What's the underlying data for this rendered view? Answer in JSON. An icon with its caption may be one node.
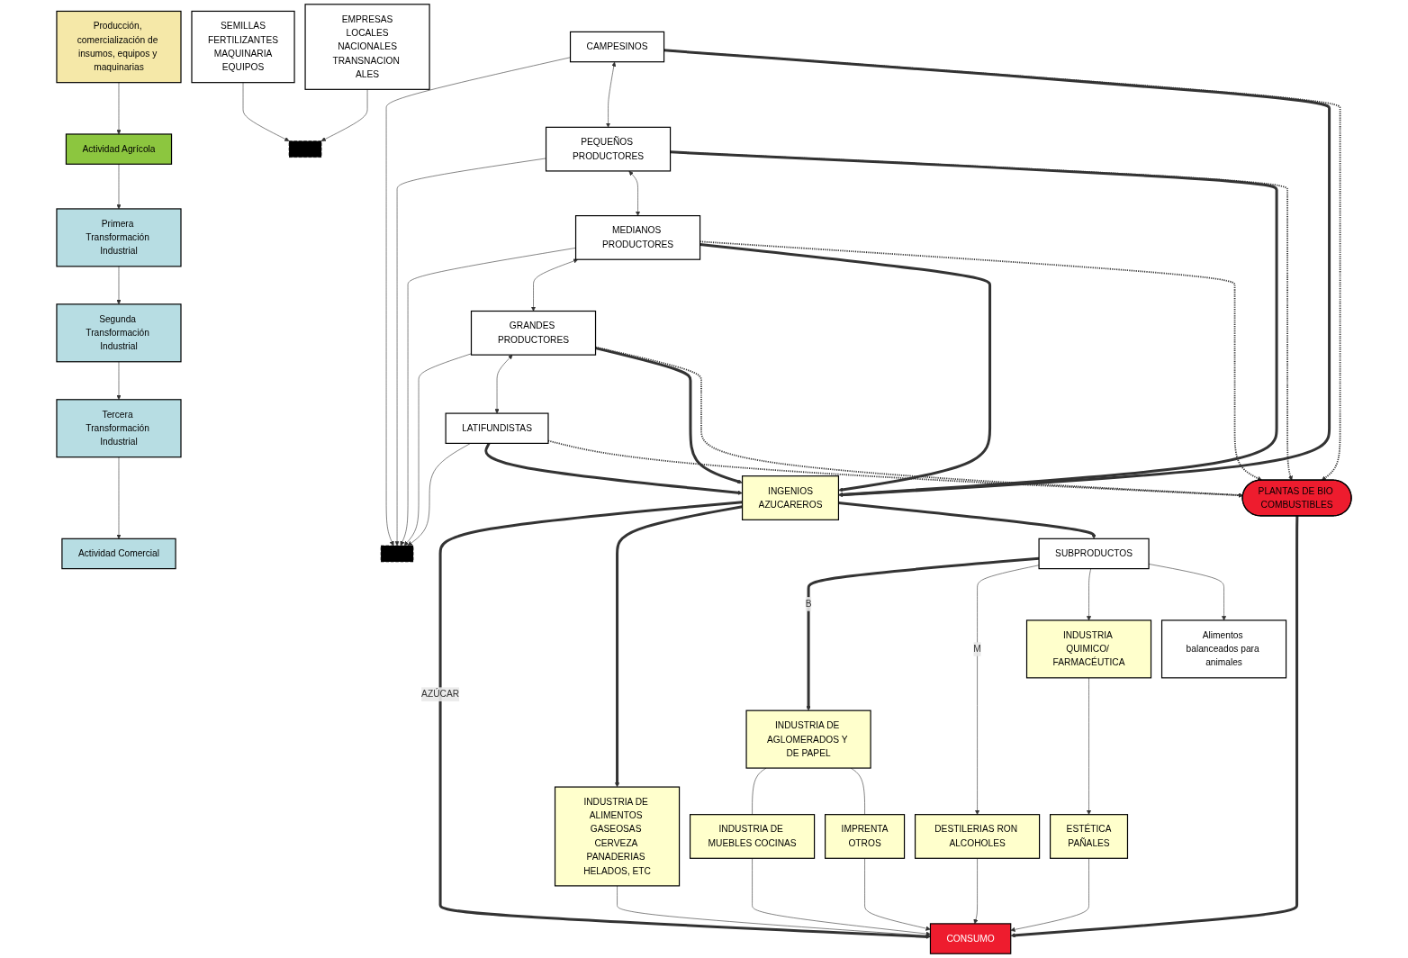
{
  "diagram": {
    "nodes": [
      {
        "text": [
          "Producción, comercialización de insumos, equipos y maquinarias"
        ]
      },
      {
        "text": [
          "Actividad Agrícola"
        ]
      },
      {
        "text": [
          "Primera Transformación Industrial"
        ]
      },
      {
        "text": [
          "Segunda Transformación Industrial"
        ]
      },
      {
        "text": [
          "Tercera Transformación Industrial"
        ]
      },
      {
        "text": [
          "Actividad Comercial"
        ]
      },
      {
        "text": [
          "PLANTAS DE BIO COMBUSTIBLES"
        ]
      },
      {
        "text": [
          "SEMILLAS",
          "FERTILIZANTES",
          "MAQUINARIA",
          "EQUIPOS"
        ]
      },
      {
        "text": [
          "CAMPESINOS"
        ]
      },
      {
        "text": [
          "INGENIOS",
          "AZUCAREROS"
        ]
      },
      {
        "text": [
          "INDUSTRIA DE ALIMENTOS GASEOSAS CERVEZA PANADERIAS HELADOS, ETC"
        ]
      },
      {
        "text": [
          "PEQUEÑOS PRODUCTORES"
        ]
      },
      {
        "text": [
          "CONSUMO"
        ]
      },
      {
        "text": [
          "MEDIANOS PRODUCTORES"
        ]
      },
      {
        "text": [
          "INDUSTRIA DE AGLOMERADOS Y DE PAPEL"
        ]
      },
      {
        "text": [
          "INDUSTRIA DE MUEBLES COCINAS"
        ]
      },
      {
        "text": [
          "SUBPRODUCTOS"
        ]
      },
      {
        "text": [
          "GRANDES PRODUCTORES"
        ]
      },
      {
        "text": [
          "IMPRENTA",
          "OTROS"
        ]
      },
      {
        "text": [
          "EMPRESAS",
          "LOCALES",
          "NACIONALES",
          "TRANSNACION ALES"
        ]
      },
      {
        "text": [
          "LATIFUNDISTAS"
        ]
      },
      {
        "text": [
          "DESTILERIAS RON ALCOHOLES"
        ]
      },
      {
        "text": [
          "Alimentos balanceados para animales"
        ]
      },
      {
        "text": [
          "INDUSTRIA QUIMICO/ FARMACÉUTICA"
        ]
      },
      {
        "text": [
          "ESTÉTICA",
          "PAÑALES"
        ]
      },
      {
        "text": [],
        "shape": "bar"
      },
      {
        "text": [],
        "shape": "bar"
      }
    ],
    "edges": [
      {
        "from": 0,
        "to": 1,
        "arrow": "to"
      },
      {
        "from": 1,
        "to": 2,
        "arrow": "to"
      },
      {
        "from": 2,
        "to": 3,
        "arrow": "to"
      },
      {
        "from": 3,
        "to": 4,
        "arrow": "to"
      },
      {
        "from": 4,
        "to": 5,
        "arrow": "to"
      },
      {
        "from": 7,
        "to": 25,
        "arrow": "to"
      },
      {
        "from": 19,
        "to": 25,
        "arrow": "to"
      },
      {
        "from": 8,
        "to": 26,
        "arrow": "to"
      },
      {
        "from": 11,
        "to": 26,
        "arrow": "to"
      },
      {
        "from": 13,
        "to": 26,
        "arrow": "to"
      },
      {
        "from": 17,
        "to": 26,
        "arrow": "to"
      },
      {
        "from": 20,
        "to": 26,
        "arrow": "to"
      },
      {
        "from": 8,
        "to": 11,
        "arrow": "both"
      },
      {
        "from": 11,
        "to": 13,
        "arrow": "both"
      },
      {
        "from": 13,
        "to": 17,
        "arrow": "both"
      },
      {
        "from": 17,
        "to": 20,
        "arrow": "both"
      },
      {
        "from": 8,
        "to": 9,
        "arrow": "to",
        "style": "thick"
      },
      {
        "from": 11,
        "to": 9,
        "arrow": "to",
        "style": "thick"
      },
      {
        "from": 13,
        "to": 9,
        "arrow": "to",
        "style": "thick"
      },
      {
        "from": 17,
        "to": 9,
        "arrow": "to",
        "style": "thick"
      },
      {
        "from": 20,
        "to": 9,
        "arrow": "to",
        "style": "thick"
      },
      {
        "from": 8,
        "to": 6,
        "arrow": "to",
        "style": "dashed"
      },
      {
        "from": 11,
        "to": 6,
        "arrow": "to",
        "style": "dashed"
      },
      {
        "from": 13,
        "to": 6,
        "arrow": "to",
        "style": "dashed"
      },
      {
        "from": 17,
        "to": 6,
        "arrow": "to",
        "style": "dashed"
      },
      {
        "from": 20,
        "to": 6,
        "arrow": "to",
        "style": "dashed"
      },
      {
        "from": 6,
        "to": 12,
        "arrow": "to",
        "style": "thick"
      },
      {
        "from": 10,
        "to": 12,
        "arrow": "to"
      },
      {
        "from": 9,
        "to": 12,
        "arrow": "to",
        "label": "AZÚCAR",
        "style": "thick"
      },
      {
        "from": 9,
        "to": 10,
        "arrow": "to",
        "style": "thick"
      },
      {
        "from": 9,
        "to": 16,
        "arrow": "to",
        "style": "thick"
      },
      {
        "from": 16,
        "to": 14,
        "arrow": "to",
        "label": "B",
        "style": "thick"
      },
      {
        "from": 14,
        "to": 15,
        "arrow": "none"
      },
      {
        "from": 14,
        "to": 18,
        "arrow": "none"
      },
      {
        "from": 15,
        "to": 12,
        "arrow": "to"
      },
      {
        "from": 18,
        "to": 12,
        "arrow": "to"
      },
      {
        "from": 16,
        "to": 21,
        "arrow": "to",
        "label": "M"
      },
      {
        "from": 16,
        "to": 23,
        "arrow": "to"
      },
      {
        "from": 16,
        "to": 22,
        "arrow": "to"
      },
      {
        "from": 23,
        "to": 24,
        "arrow": "to"
      },
      {
        "from": 21,
        "to": 12,
        "arrow": "to"
      },
      {
        "from": 24,
        "to": 12,
        "arrow": "to"
      }
    ]
  }
}
